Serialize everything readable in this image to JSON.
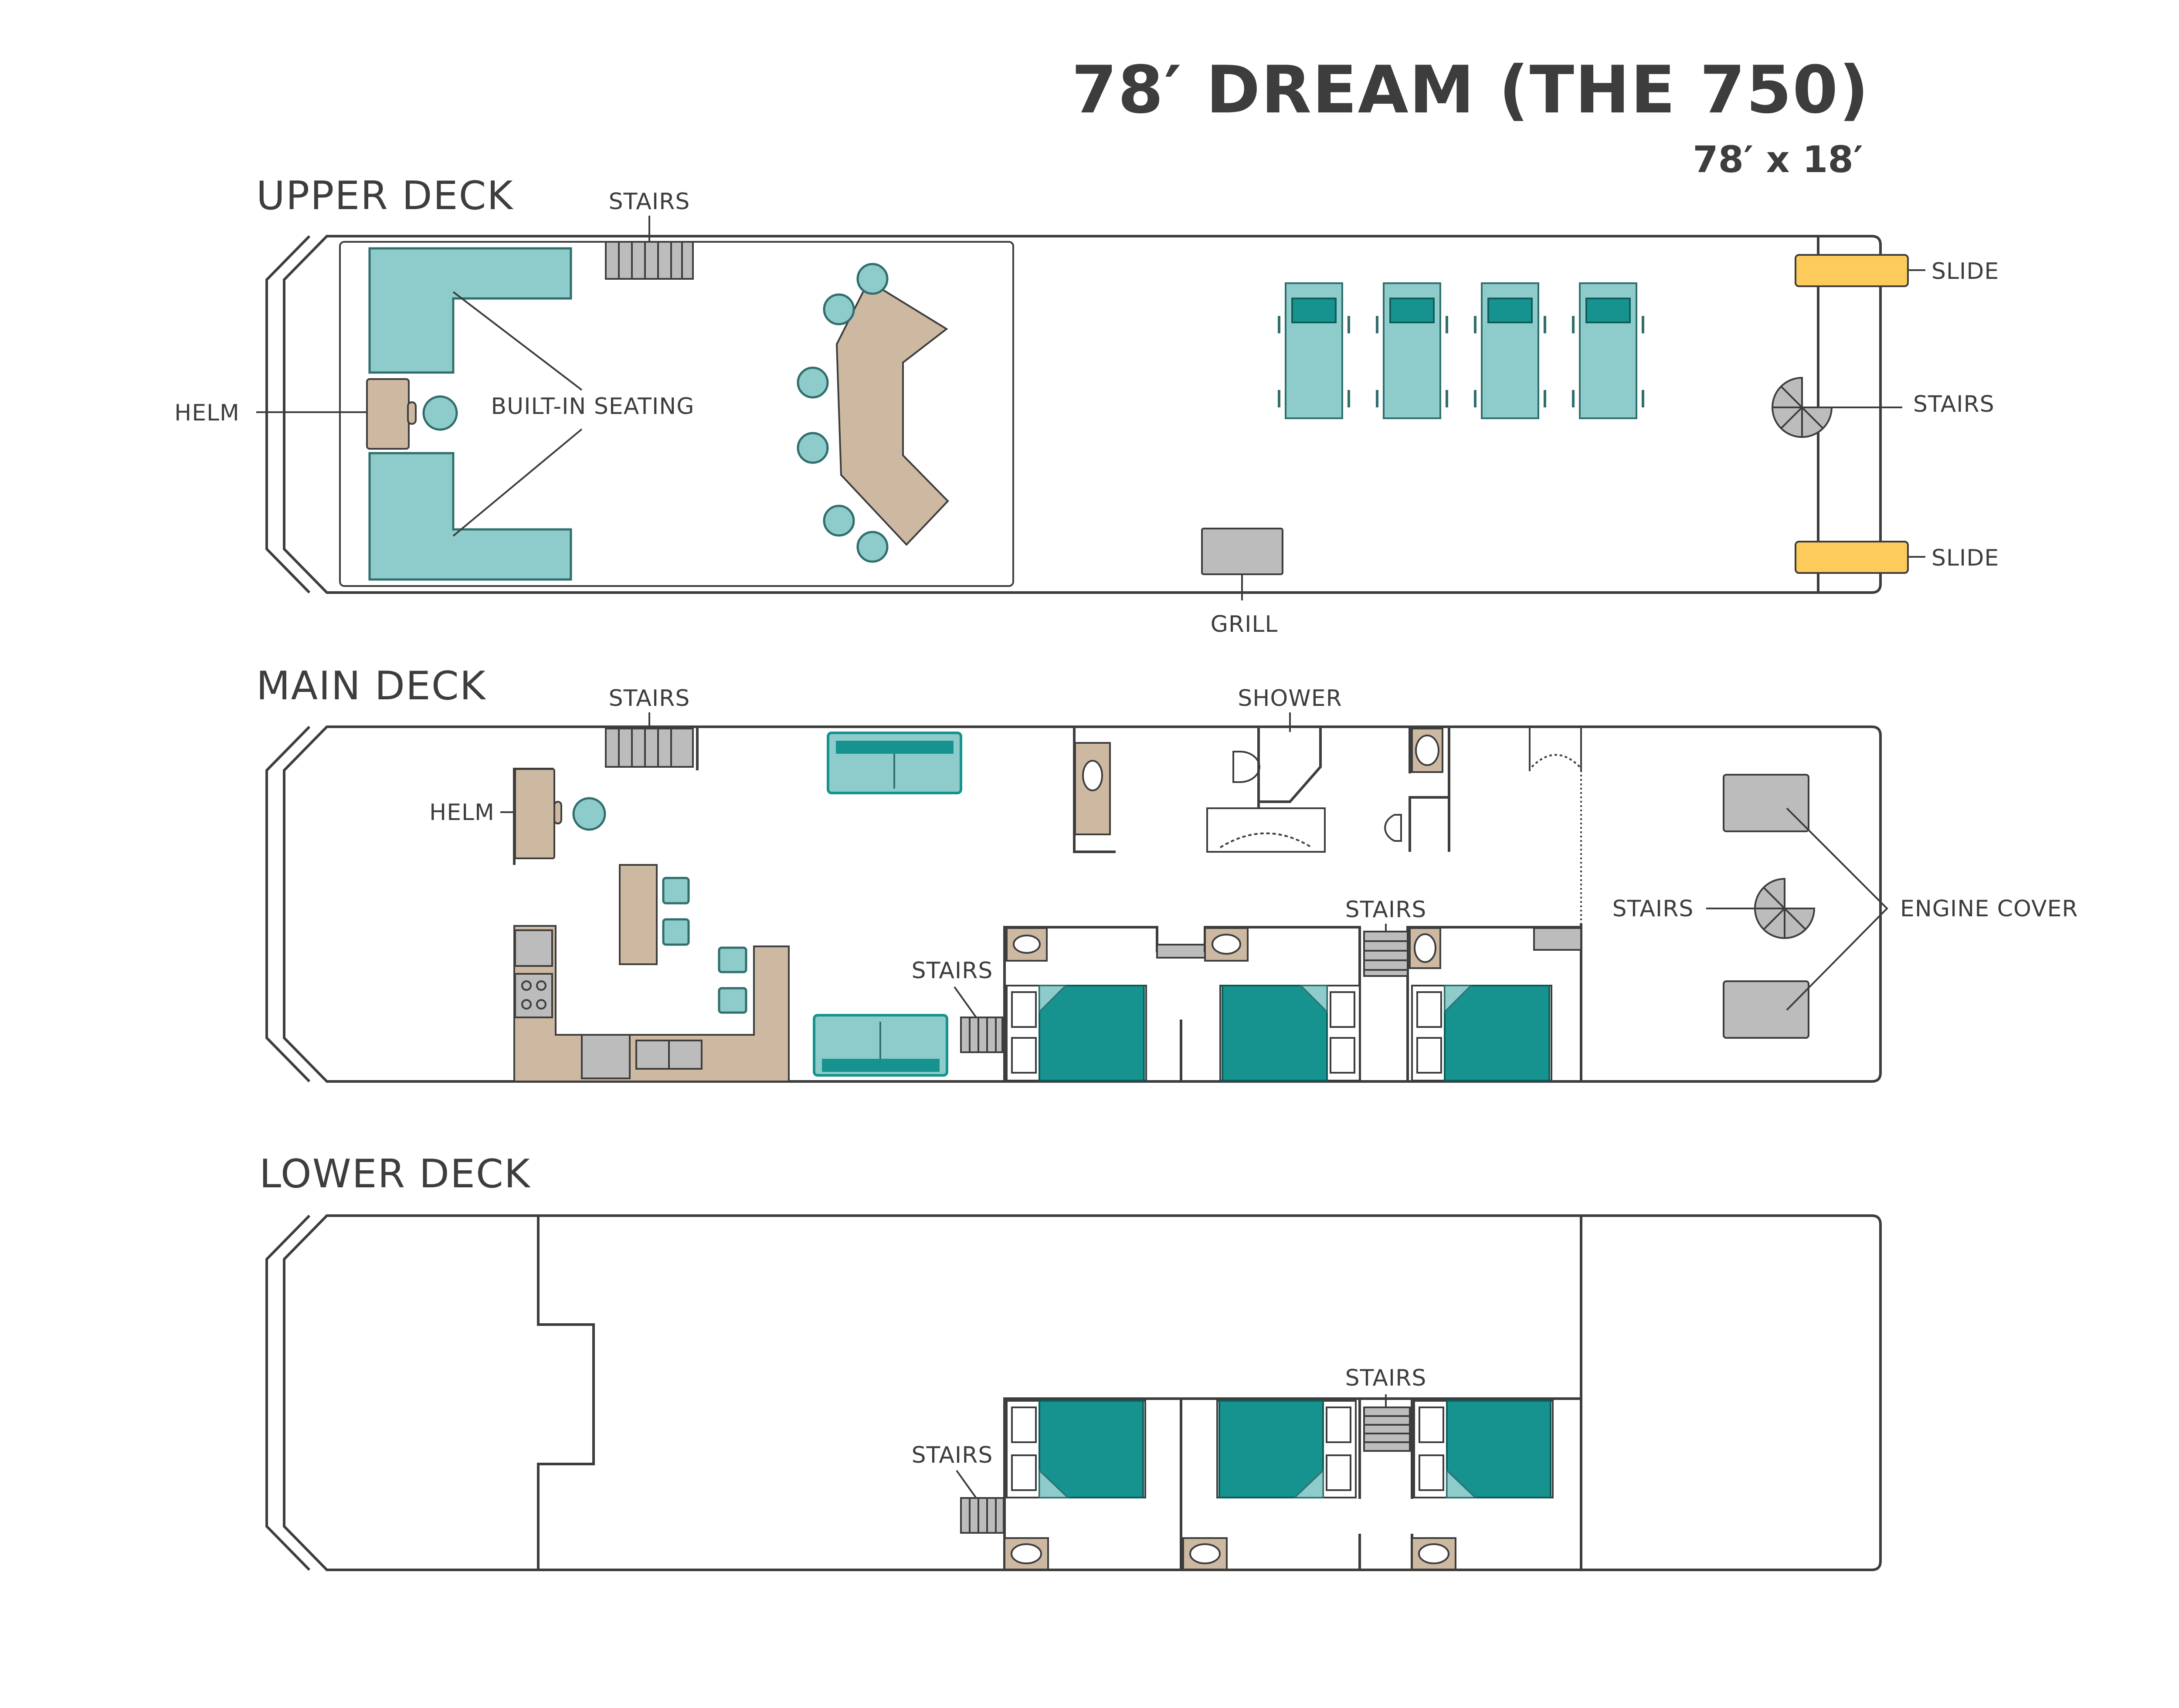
{
  "title": "78′ DREAM (THE 750)",
  "dimensions": "78′ x 18′",
  "colors": {
    "wall": "#3d3d3d",
    "seating_teal": "#8ecccb",
    "bed_teal": "#16938f",
    "furniture_tan": "#cdb9a2",
    "fixture_grey": "#bcbcbc",
    "slide_yellow": "#fccb5c"
  },
  "upper_deck": {
    "title": "UPPER DECK",
    "labels": {
      "stairs_top": "STAIRS",
      "helm": "HELM",
      "built_in_seating": "BUILT-IN SEATING",
      "slide_top": "SLIDE",
      "stairs_right": "STAIRS",
      "slide_bottom": "SLIDE",
      "grill": "GRILL"
    }
  },
  "main_deck": {
    "title": "MAIN DECK",
    "labels": {
      "stairs_top": "STAIRS",
      "shower": "SHOWER",
      "helm": "HELM",
      "stairs_mid": "STAIRS",
      "stairs_lower": "STAIRS",
      "stairs_aft": "STAIRS",
      "engine_cover": "ENGINE COVER"
    }
  },
  "lower_deck": {
    "title": "LOWER DECK",
    "labels": {
      "stairs_mid": "STAIRS",
      "stairs_left": "STAIRS"
    }
  }
}
